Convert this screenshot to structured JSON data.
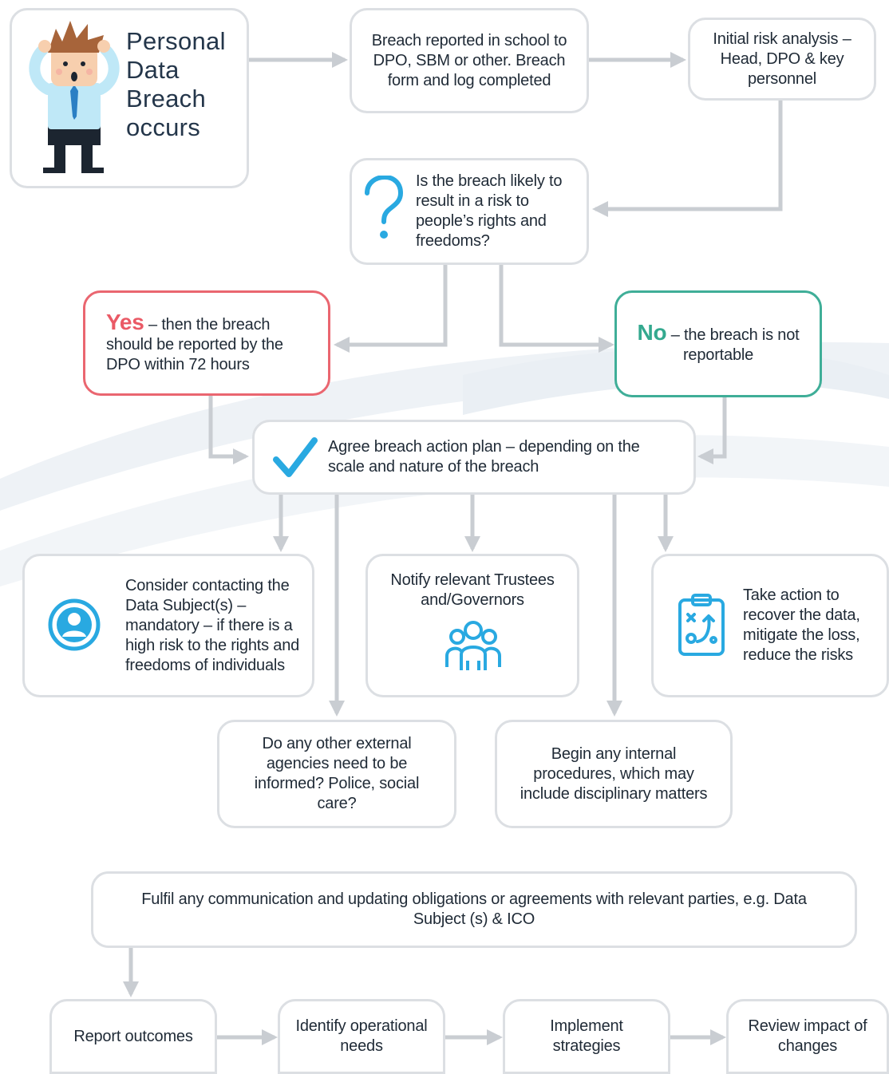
{
  "start": {
    "title_lines": [
      "Personal",
      "Data",
      "Breach",
      "occurs"
    ],
    "icon": "worried-man-icon"
  },
  "steps": {
    "reported": "Breach reported in school to DPO, SBM or other. Breach form and log completed",
    "initial_risk": "Initial risk analysis – Head, DPO & key personnel",
    "question": "Is the breach likely to result in a risk to people’s rights and freedoms?",
    "yes_label": "Yes",
    "yes_text": " – then the breach should be reported by the DPO within 72 hours",
    "no_label": "No",
    "no_text": " – the breach is not reportable",
    "action_plan": "Agree breach action plan – depending on the scale and nature of the breach",
    "contact_subject": "Consider contacting the Data Subject(s) – mandatory – if there is a high risk to the rights and freedoms of individuals",
    "notify": "Notify relevant Trustees and/Governors",
    "recover": "Take action to recover the data, mitigate the loss, reduce the risks",
    "external": "Do any other external agencies need to be informed? Police, social care?",
    "internal": "Begin any internal procedures, which may include disciplinary matters",
    "fulfil": "Fulfil any communication and updating obligations or agreements with relevant parties, e.g. Data Subject (s) & ICO",
    "report_outcomes": "Report outcomes",
    "identify": "Identify operational needs",
    "implement": "Implement strategies",
    "review": "Review impact of changes"
  },
  "icons": {
    "question": "question-mark-icon",
    "check": "checkmark-icon",
    "user": "user-circle-icon",
    "group": "group-people-icon",
    "clipboard": "strategy-clipboard-icon"
  },
  "colors": {
    "accent_blue": "#29a9e1",
    "yes_red": "#ea6670",
    "no_green": "#3fae98",
    "box_border": "#dcdfe3",
    "connector": "#c9cdd2",
    "text": "#1f2a36"
  }
}
